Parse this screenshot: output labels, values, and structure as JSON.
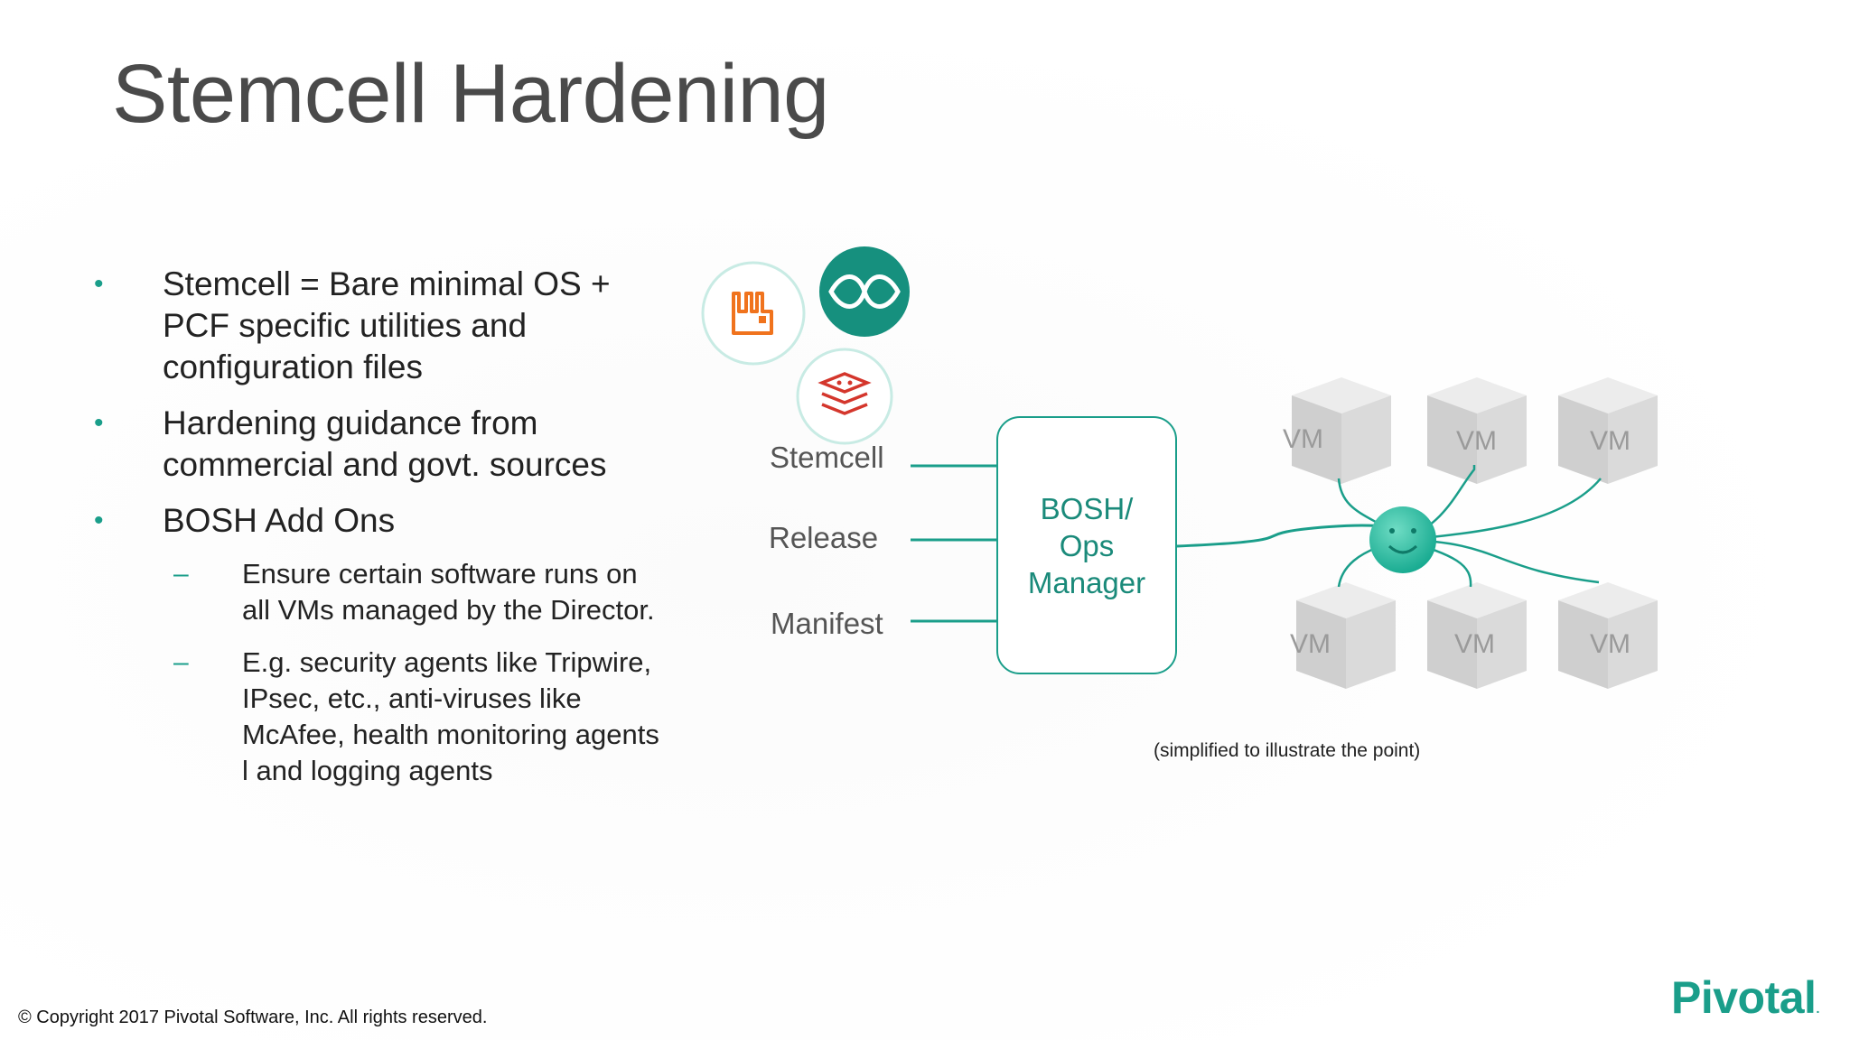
{
  "title": "Stemcell Hardening",
  "bullets": [
    {
      "text": "Stemcell = Bare minimal OS + PCF specific utilities and configuration files"
    },
    {
      "text": "Hardening guidance from commercial and govt. sources"
    },
    {
      "text": "BOSH Add Ons"
    }
  ],
  "sub_bullets": [
    {
      "text": "Ensure certain software runs on all VMs managed by the Director."
    },
    {
      "text": "E.g. security agents like Tripwire, IPsec, etc., anti-viruses like McAfee, health monitoring agents l and logging agents"
    }
  ],
  "diagram": {
    "inputs": [
      "Stemcell",
      "Release",
      "Manifest"
    ],
    "bosh_box_label": "BOSH/\nOps\nManager",
    "vm_label": "VM",
    "vm_count": 6,
    "service_icons": [
      "rabbitmq-icon",
      "concourse-icon",
      "redis-icon"
    ],
    "caption": "(simplified to illustrate the point)"
  },
  "footer": {
    "copyright": "© Copyright 2017 Pivotal Software, Inc. All rights reserved.",
    "logo_text": "Pivotal"
  },
  "colors": {
    "accent": "#1a9e8a",
    "title": "#4a4a4a",
    "vm_cube": "#d4d4d4",
    "rabbitmq": "#f0731d",
    "redis": "#d4362c"
  }
}
